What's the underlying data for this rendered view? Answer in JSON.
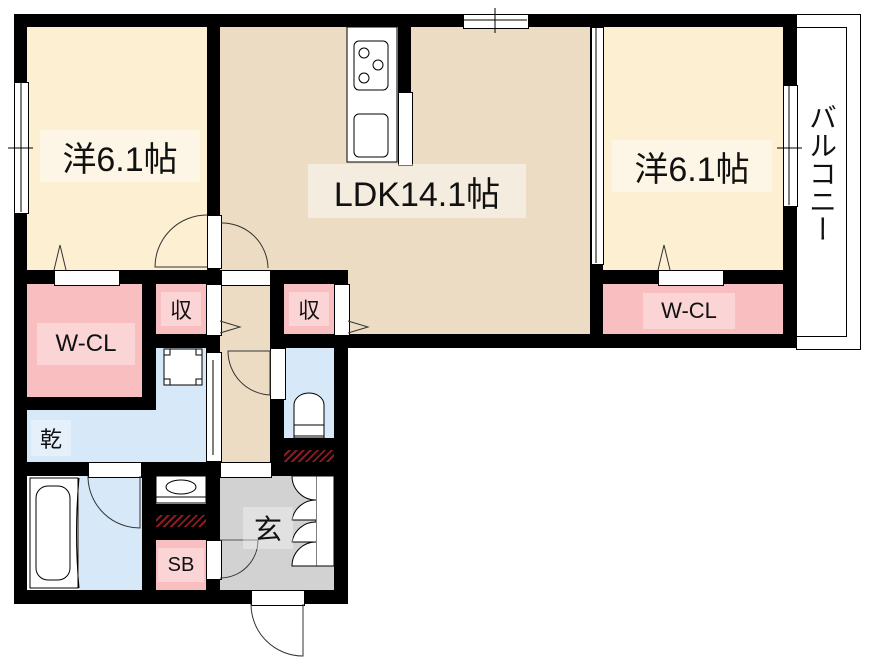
{
  "plan": {
    "rooms": {
      "western_left": {
        "label": "洋6.1帖",
        "color": "#fcefd2"
      },
      "ldk": {
        "label": "LDK14.1帖",
        "color": "#ecdcc3"
      },
      "western_right": {
        "label": "洋6.1帖",
        "color": "#fcefd2"
      },
      "balcony": {
        "label": "バルコニー"
      },
      "wcl_left": {
        "label": "W-CL",
        "color": "#f9bfc0"
      },
      "wcl_right": {
        "label": "W-CL",
        "color": "#f9bfc0"
      },
      "storage_a": {
        "label": "収",
        "color": "#f9bfc0"
      },
      "storage_b": {
        "label": "収",
        "color": "#f9bfc0"
      },
      "washroom": {
        "label": "乾",
        "color": "#d7e9f9"
      },
      "entrance": {
        "label": "玄",
        "color": "#d2d2d2"
      },
      "shoebox": {
        "label": "SB",
        "color": "#f9bfc0"
      },
      "bath": {
        "label": ""
      },
      "toilet": {
        "label": ""
      },
      "hallway": {
        "label": ""
      }
    },
    "colors": {
      "wall": "#000000",
      "label_bg": "rgba(255,255,255,0.45)",
      "hatch": "#8b1a22"
    }
  }
}
